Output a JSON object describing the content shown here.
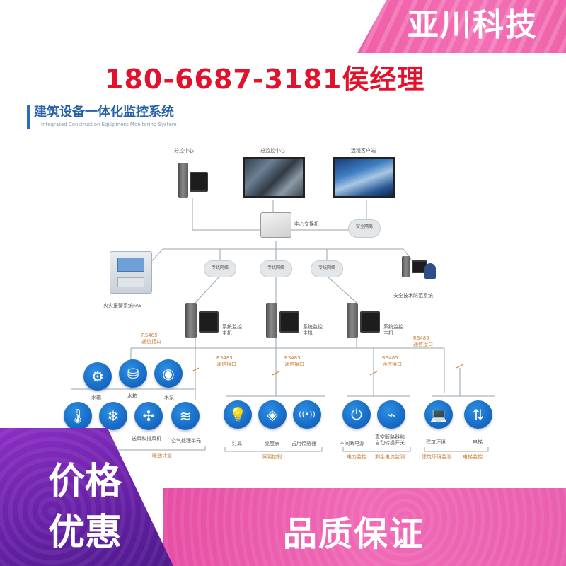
{
  "brand": {
    "name": "亚川科技"
  },
  "contact": {
    "phone_line": "180-6687-3181侯经理"
  },
  "diagram": {
    "title": "建筑设备一体化监控系统",
    "subtitle": "Integrated Construction Equipment Monitoring System",
    "top_nodes": {
      "sub_center": "分控中心",
      "main_center": "总监控中心",
      "remote_client": "远程客户端"
    },
    "switch_label": "中心交换机",
    "security_cloud": "安全隔离",
    "network_clouds": [
      "专线网络",
      "专线网络",
      "专线网络"
    ],
    "fas_label": "火灾报警系统FAS",
    "security_system_label": "安全技术防范系统",
    "hosts": [
      "系统监控\n主机",
      "系统监控\n主机",
      "系统监控\n主机"
    ],
    "rs485_labels": [
      "RS485\n通信接口",
      "RS485\n通信接口",
      "RS485\n通信接口",
      "RS485\n通信接口",
      "RS485\n通信接口"
    ],
    "devices_row1": [
      {
        "icon": "water-pump-icon",
        "glyph": "⚙",
        "label": "水箱"
      },
      {
        "icon": "water-tower-icon",
        "glyph": "⛁",
        "label": "水箱"
      },
      {
        "icon": "pump-icon",
        "glyph": "◉",
        "label": "水泵"
      }
    ],
    "devices_row2": [
      {
        "icon": "thermometer-icon",
        "glyph": "🌡",
        "label": ""
      },
      {
        "icon": "snowflake-icon",
        "glyph": "❄",
        "label": ""
      },
      {
        "icon": "fan-icon",
        "glyph": "✣",
        "label": "送风和排风机"
      },
      {
        "icon": "air-handler-icon",
        "glyph": "≋",
        "label": "空气处理单元"
      },
      {
        "icon": "lightbulb-icon",
        "glyph": "💡",
        "label": "灯具"
      },
      {
        "icon": "light-control-icon",
        "glyph": "◈",
        "label": "亮度表"
      },
      {
        "icon": "sensor-icon",
        "glyph": "((•))",
        "label": "占用传感器"
      },
      {
        "icon": "power-icon",
        "glyph": "⏻",
        "label": "不间断电源"
      },
      {
        "icon": "breaker-icon",
        "glyph": "⌁",
        "label": "真空断路器和\n自动转换开关"
      },
      {
        "icon": "laptop-icon",
        "glyph": "💻",
        "label": "建筑环境"
      },
      {
        "icon": "elevator-icon",
        "glyph": "⇅",
        "label": "电梯"
      }
    ],
    "group_labels": [
      "暖通计量",
      "照明控制",
      "电力监控",
      "剩余电流监测",
      "建筑环境监测",
      "电梯监控"
    ]
  },
  "promo": {
    "price": "价格",
    "discount": "优惠",
    "quality": "品质保证"
  },
  "colors": {
    "brand_pink": "#ef5fa8",
    "phone_red": "#e3122c",
    "title_blue": "#2660a8",
    "icon_blue": "#1466c2",
    "promo_purple": "#6a22a9"
  }
}
